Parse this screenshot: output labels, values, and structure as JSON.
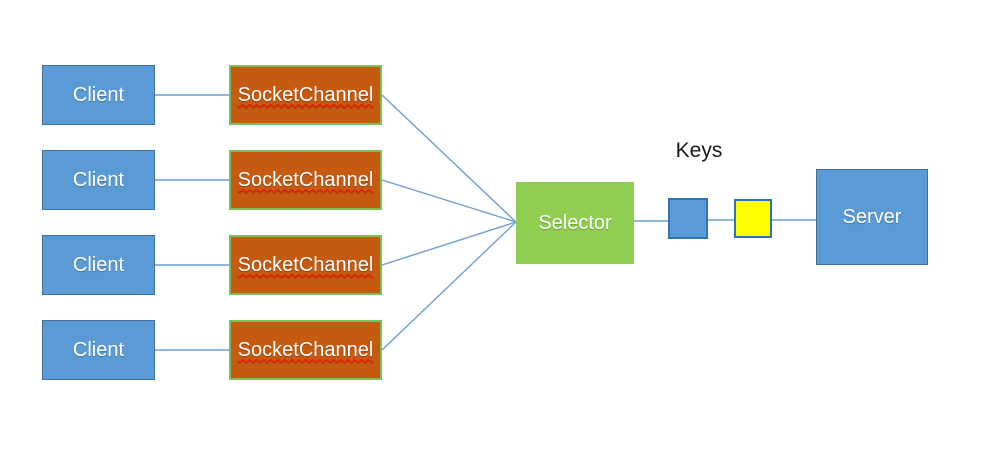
{
  "colors": {
    "background": "#FFFFFF",
    "client_fill": "#5B9BD5",
    "client_border": "#41719C",
    "socket_fill": "#C55A11",
    "socket_border": "#7CBE5A",
    "selector_fill": "#8FCE50",
    "key_blue_fill": "#5B9BD5",
    "key_yellow_fill": "#FFFF00",
    "key_border": "#2E75B6",
    "server_fill": "#5B9BD5",
    "server_border": "#41719C",
    "connector": "#6C9FD4",
    "label_text": "#FFFFFF",
    "keys_text": "#1A1A1A",
    "spellcheck_underline": "#FF0000"
  },
  "nodes": {
    "clients": [
      "Client",
      "Client",
      "Client",
      "Client"
    ],
    "socket_channels": [
      "SocketChannel",
      "SocketChannel",
      "SocketChannel",
      "SocketChannel"
    ],
    "selector": "Selector",
    "keys_label": "Keys",
    "server": "Server"
  }
}
